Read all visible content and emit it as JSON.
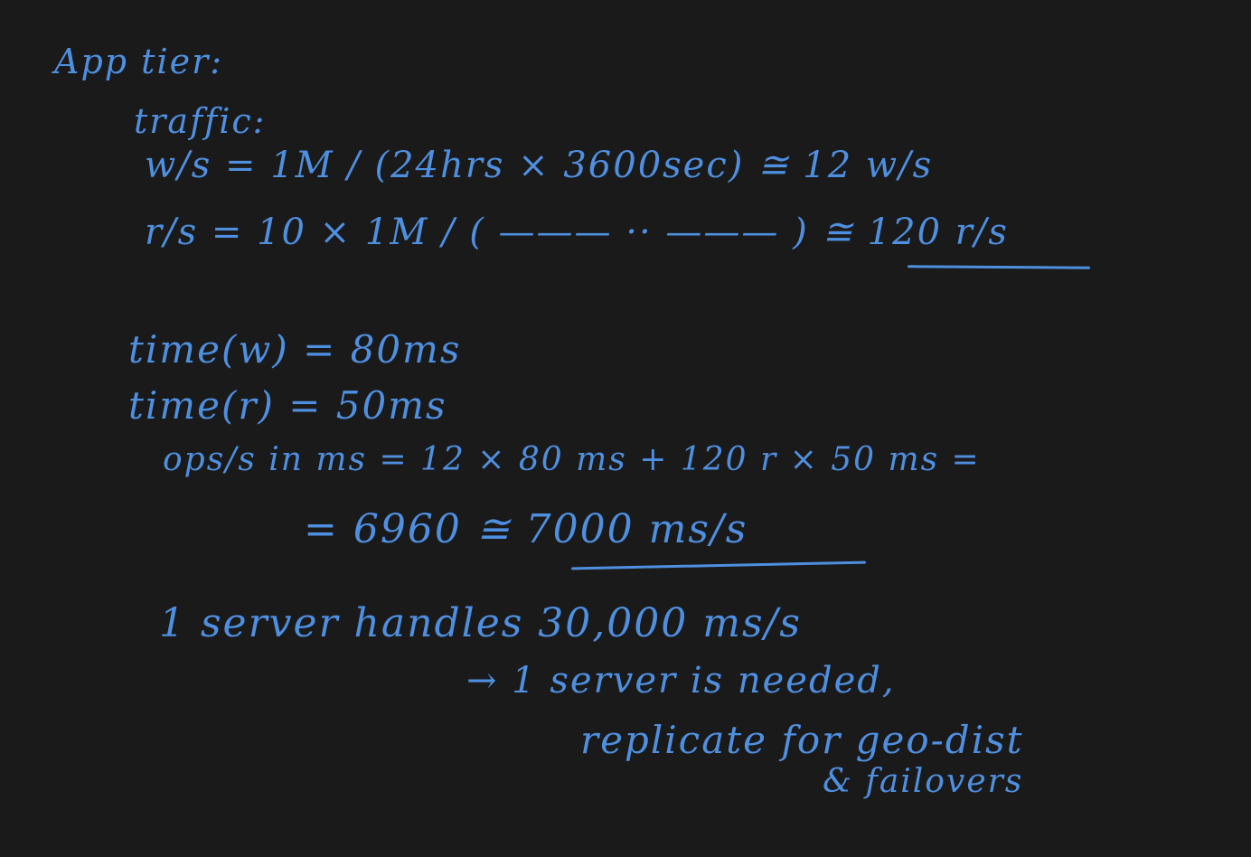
{
  "notes": {
    "lines": [
      "App tier:",
      "traffic:",
      "w/s = 1M / (24hrs × 3600sec) ≅ 12 w/s",
      "r/s = 10 × 1M / ( ——— ·· ——— ) ≅ 120 r/s",
      "time(w) = 80ms",
      "time(r) = 50ms",
      "ops/s in ms = 12 × 80 ms + 120 r × 50 ms =",
      "= 6960 ≅ 7000 ms/s",
      "1 server handles 30,000 ms/s",
      "→ 1 server is needed,",
      "replicate for geo-dist",
      "& failovers"
    ]
  },
  "colors": {
    "background": "#1a1a1a",
    "ink": "#4f8fe0"
  }
}
